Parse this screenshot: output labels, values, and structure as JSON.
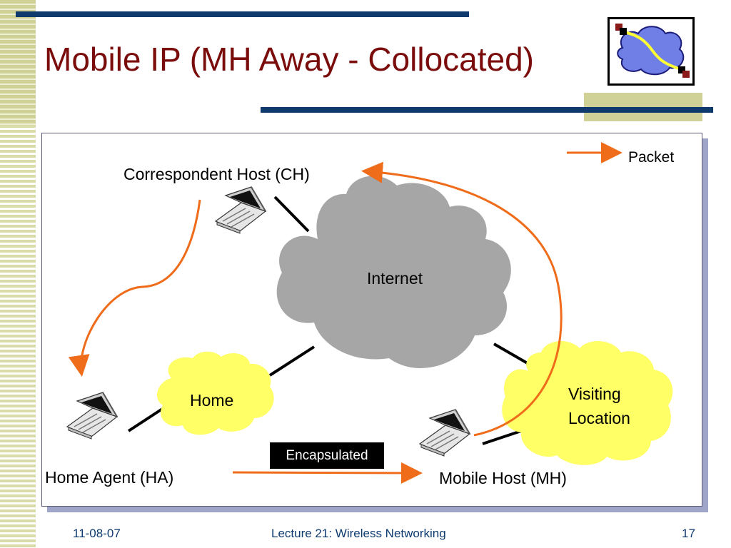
{
  "slide": {
    "title": "Mobile IP (MH Away - Collocated)"
  },
  "colors": {
    "title_text": "#7a0c0c",
    "accent_bar": "#0e3a6e",
    "stripe": "#d9dba8",
    "packet_arrow": "#ef6c1a",
    "cloud_internet": "#a6a6a6",
    "cloud_local": "#ffff66"
  },
  "logo": {
    "icon": "network-cloud-logo-icon"
  },
  "legend": {
    "packet_label": "Packet"
  },
  "nodes": {
    "ch_label": "Correspondent Host (CH)",
    "ha_label": "Home Agent (HA)",
    "mh_label": "Mobile Host (MH)",
    "internet_label": "Internet",
    "home_label": "Home",
    "visiting_label_line1": "Visiting",
    "visiting_label_line2": "Location",
    "laptop_icon": "laptop-icon"
  },
  "annotations": {
    "encapsulated": "Encapsulated"
  },
  "footer": {
    "date": "11-08-07",
    "lecture": "Lecture 21: Wireless Networking",
    "page": "17"
  }
}
